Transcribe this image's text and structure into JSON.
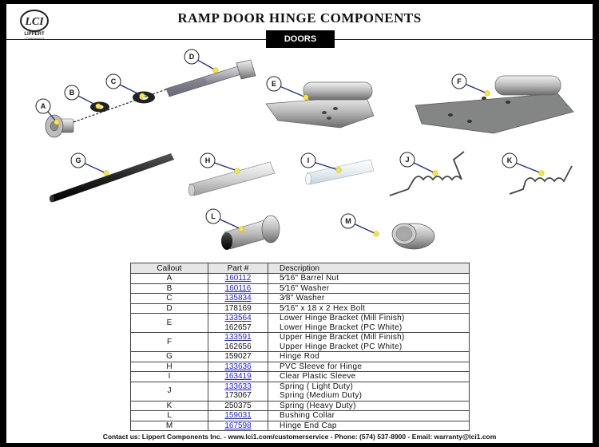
{
  "logo": {
    "monogram": "LCI",
    "brand": "LIPPERT",
    "sub": "COMPONENTS"
  },
  "title": "RAMP DOOR HINGE COMPONENTS",
  "section": "DOORS",
  "callouts": [
    "A",
    "B",
    "C",
    "D",
    "E",
    "F",
    "G",
    "H",
    "I",
    "J",
    "K",
    "L",
    "M"
  ],
  "table": {
    "headers": {
      "callout": "Callout",
      "part": "Part #",
      "description": "Description"
    },
    "groups": [
      {
        "callout": "A",
        "items": [
          {
            "part": "160112",
            "link": true,
            "desc": "5⁄16\" Barrel Nut"
          }
        ]
      },
      {
        "callout": "B",
        "items": [
          {
            "part": "160116",
            "link": true,
            "desc": "5⁄16\" Washer"
          }
        ]
      },
      {
        "callout": "C",
        "items": [
          {
            "part": "135834",
            "link": true,
            "desc": "3⁄8\" Washer"
          }
        ]
      },
      {
        "callout": "D",
        "items": [
          {
            "part": "178169",
            "link": false,
            "desc": "5⁄16\" x 18 x 2 Hex Bolt"
          }
        ]
      },
      {
        "callout": "E",
        "items": [
          {
            "part": "133564",
            "link": true,
            "desc": "Lower Hinge Bracket (Mill Finish)"
          },
          {
            "part": "162657",
            "link": false,
            "desc": "Lower Hinge Bracket (PC White)"
          }
        ]
      },
      {
        "callout": "F",
        "items": [
          {
            "part": "133591",
            "link": true,
            "desc": "Upper Hinge Bracket (Mill Finish)"
          },
          {
            "part": "162656",
            "link": false,
            "desc": "Upper Hinge Bracket (PC White)"
          }
        ]
      },
      {
        "callout": "G",
        "items": [
          {
            "part": "159027",
            "link": false,
            "desc": "Hinge Rod"
          }
        ]
      },
      {
        "callout": "H",
        "items": [
          {
            "part": "133636",
            "link": true,
            "desc": "PVC Sleeve for Hinge"
          }
        ]
      },
      {
        "callout": "I",
        "items": [
          {
            "part": "163419",
            "link": true,
            "desc": "Clear Plastic Sleeve"
          }
        ]
      },
      {
        "callout": "J",
        "items": [
          {
            "part": "133633",
            "link": true,
            "desc": "Spring ( Light Duty)"
          },
          {
            "part": "173067",
            "link": false,
            "desc": "Spring (Medium Duty)"
          }
        ]
      },
      {
        "callout": "K",
        "items": [
          {
            "part": "250375",
            "link": false,
            "desc": "Spring (Heavy Duty)"
          }
        ]
      },
      {
        "callout": "L",
        "items": [
          {
            "part": "159031",
            "link": true,
            "desc": "Bushing Collar"
          }
        ]
      },
      {
        "callout": "M",
        "items": [
          {
            "part": "167598",
            "link": true,
            "desc": "Hinge End Cap"
          }
        ]
      }
    ]
  },
  "footer": "Contact us: Lippert Components Inc. - www.lci1.com/customerservice - Phone: (574) 537-8900 - Email: warranty@lci1.com"
}
